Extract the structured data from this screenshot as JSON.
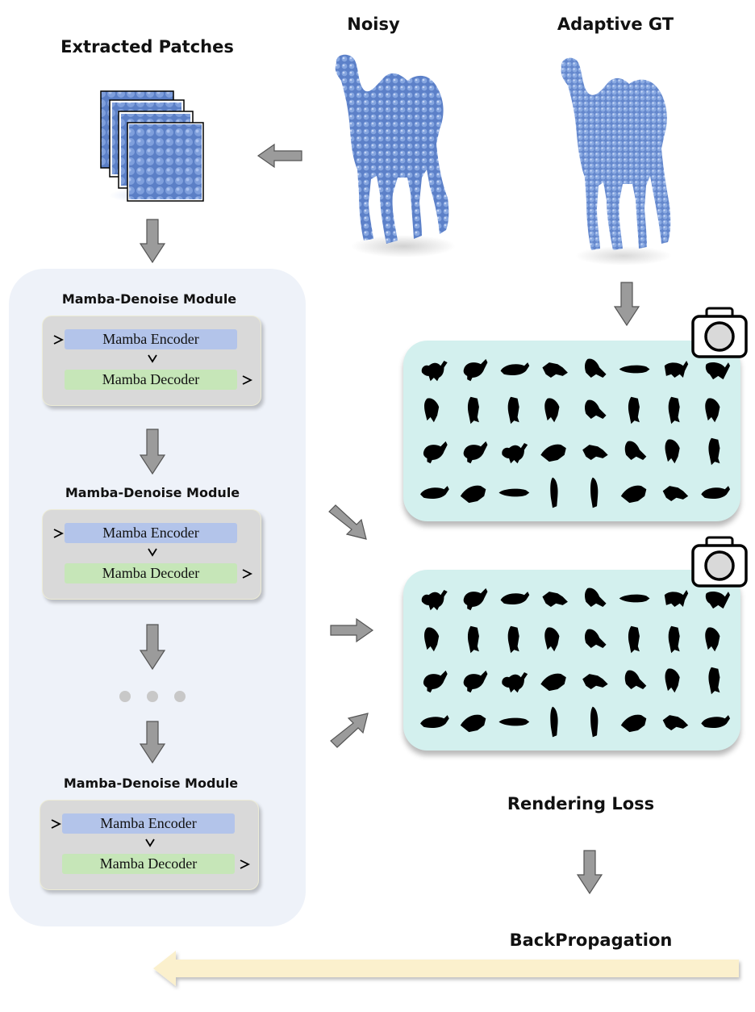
{
  "titles": {
    "extracted_patches": "Extracted Patches",
    "noisy": "Noisy",
    "adaptive_gt": "Adaptive GT",
    "rendering_loss": "Rendering Loss",
    "backpropagation": "BackPropagation"
  },
  "modules": [
    {
      "title": "Mamba-Denoise Module",
      "encoder": "Mamba Encoder",
      "decoder": "Mamba Decoder"
    },
    {
      "title": "Mamba-Denoise Module",
      "encoder": "Mamba Encoder",
      "decoder": "Mamba Decoder"
    },
    {
      "title": "Mamba-Denoise Module",
      "encoder": "Mamba Encoder",
      "decoder": "Mamba Decoder"
    }
  ],
  "colors": {
    "panel_bg": "#eef2f9",
    "module_bg": "#d9d9d9",
    "encoder": "#b3c4ea",
    "decoder": "#c6e6b8",
    "render_panel": "#d3f0ee",
    "point_cloud": "#6f93d3",
    "arrow": "#9b9b9b",
    "backprop_arrow": "#fbf0cd"
  },
  "icons": [
    "camera-icon",
    "camel-silhouette"
  ]
}
